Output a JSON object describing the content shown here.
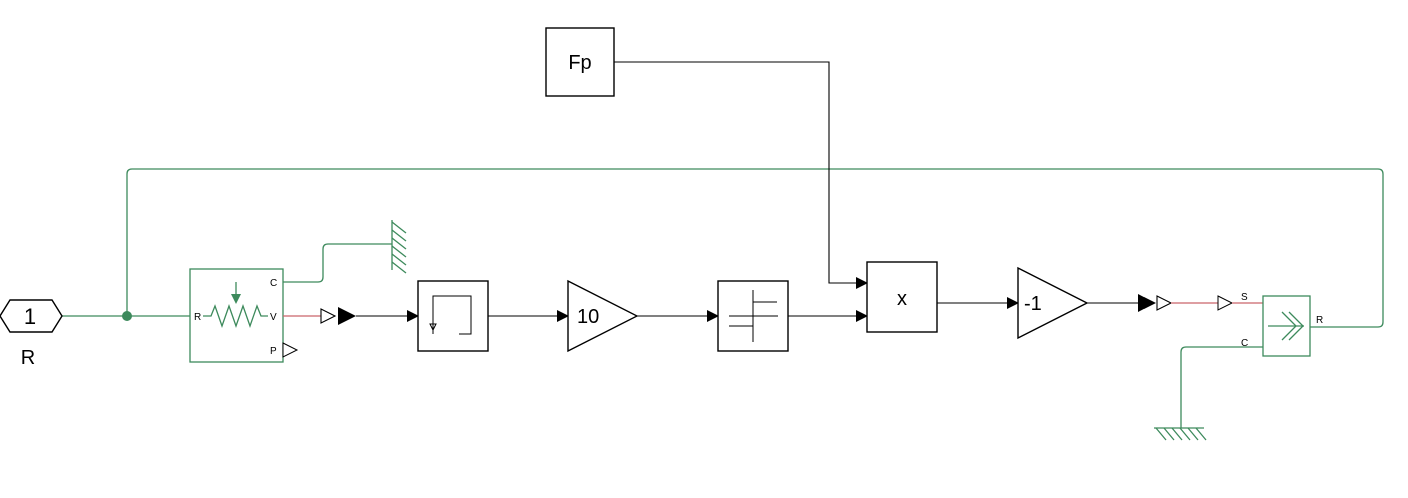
{
  "colors": {
    "physical_line": "#3d8a5c",
    "signal_line": "#000000",
    "ps_connection": "#c9656b",
    "block_border": "#000000",
    "background": "#ffffff"
  },
  "inport": {
    "number": "1",
    "name": "R"
  },
  "variable_resistor": {
    "port_r": "R",
    "port_c": "C",
    "port_v": "V",
    "port_p": "P"
  },
  "relay_block": {
    "icon": "relay-hysteresis-icon"
  },
  "gain_10": {
    "value": "10"
  },
  "sign_block": {
    "icon": "step-sign-icon"
  },
  "constant_fp": {
    "value": "Fp"
  },
  "product_block": {
    "label": "x"
  },
  "gain_neg1": {
    "value": "-1"
  },
  "controlled_current_source": {
    "port_s": "S",
    "port_c": "C",
    "port_r": "R"
  }
}
